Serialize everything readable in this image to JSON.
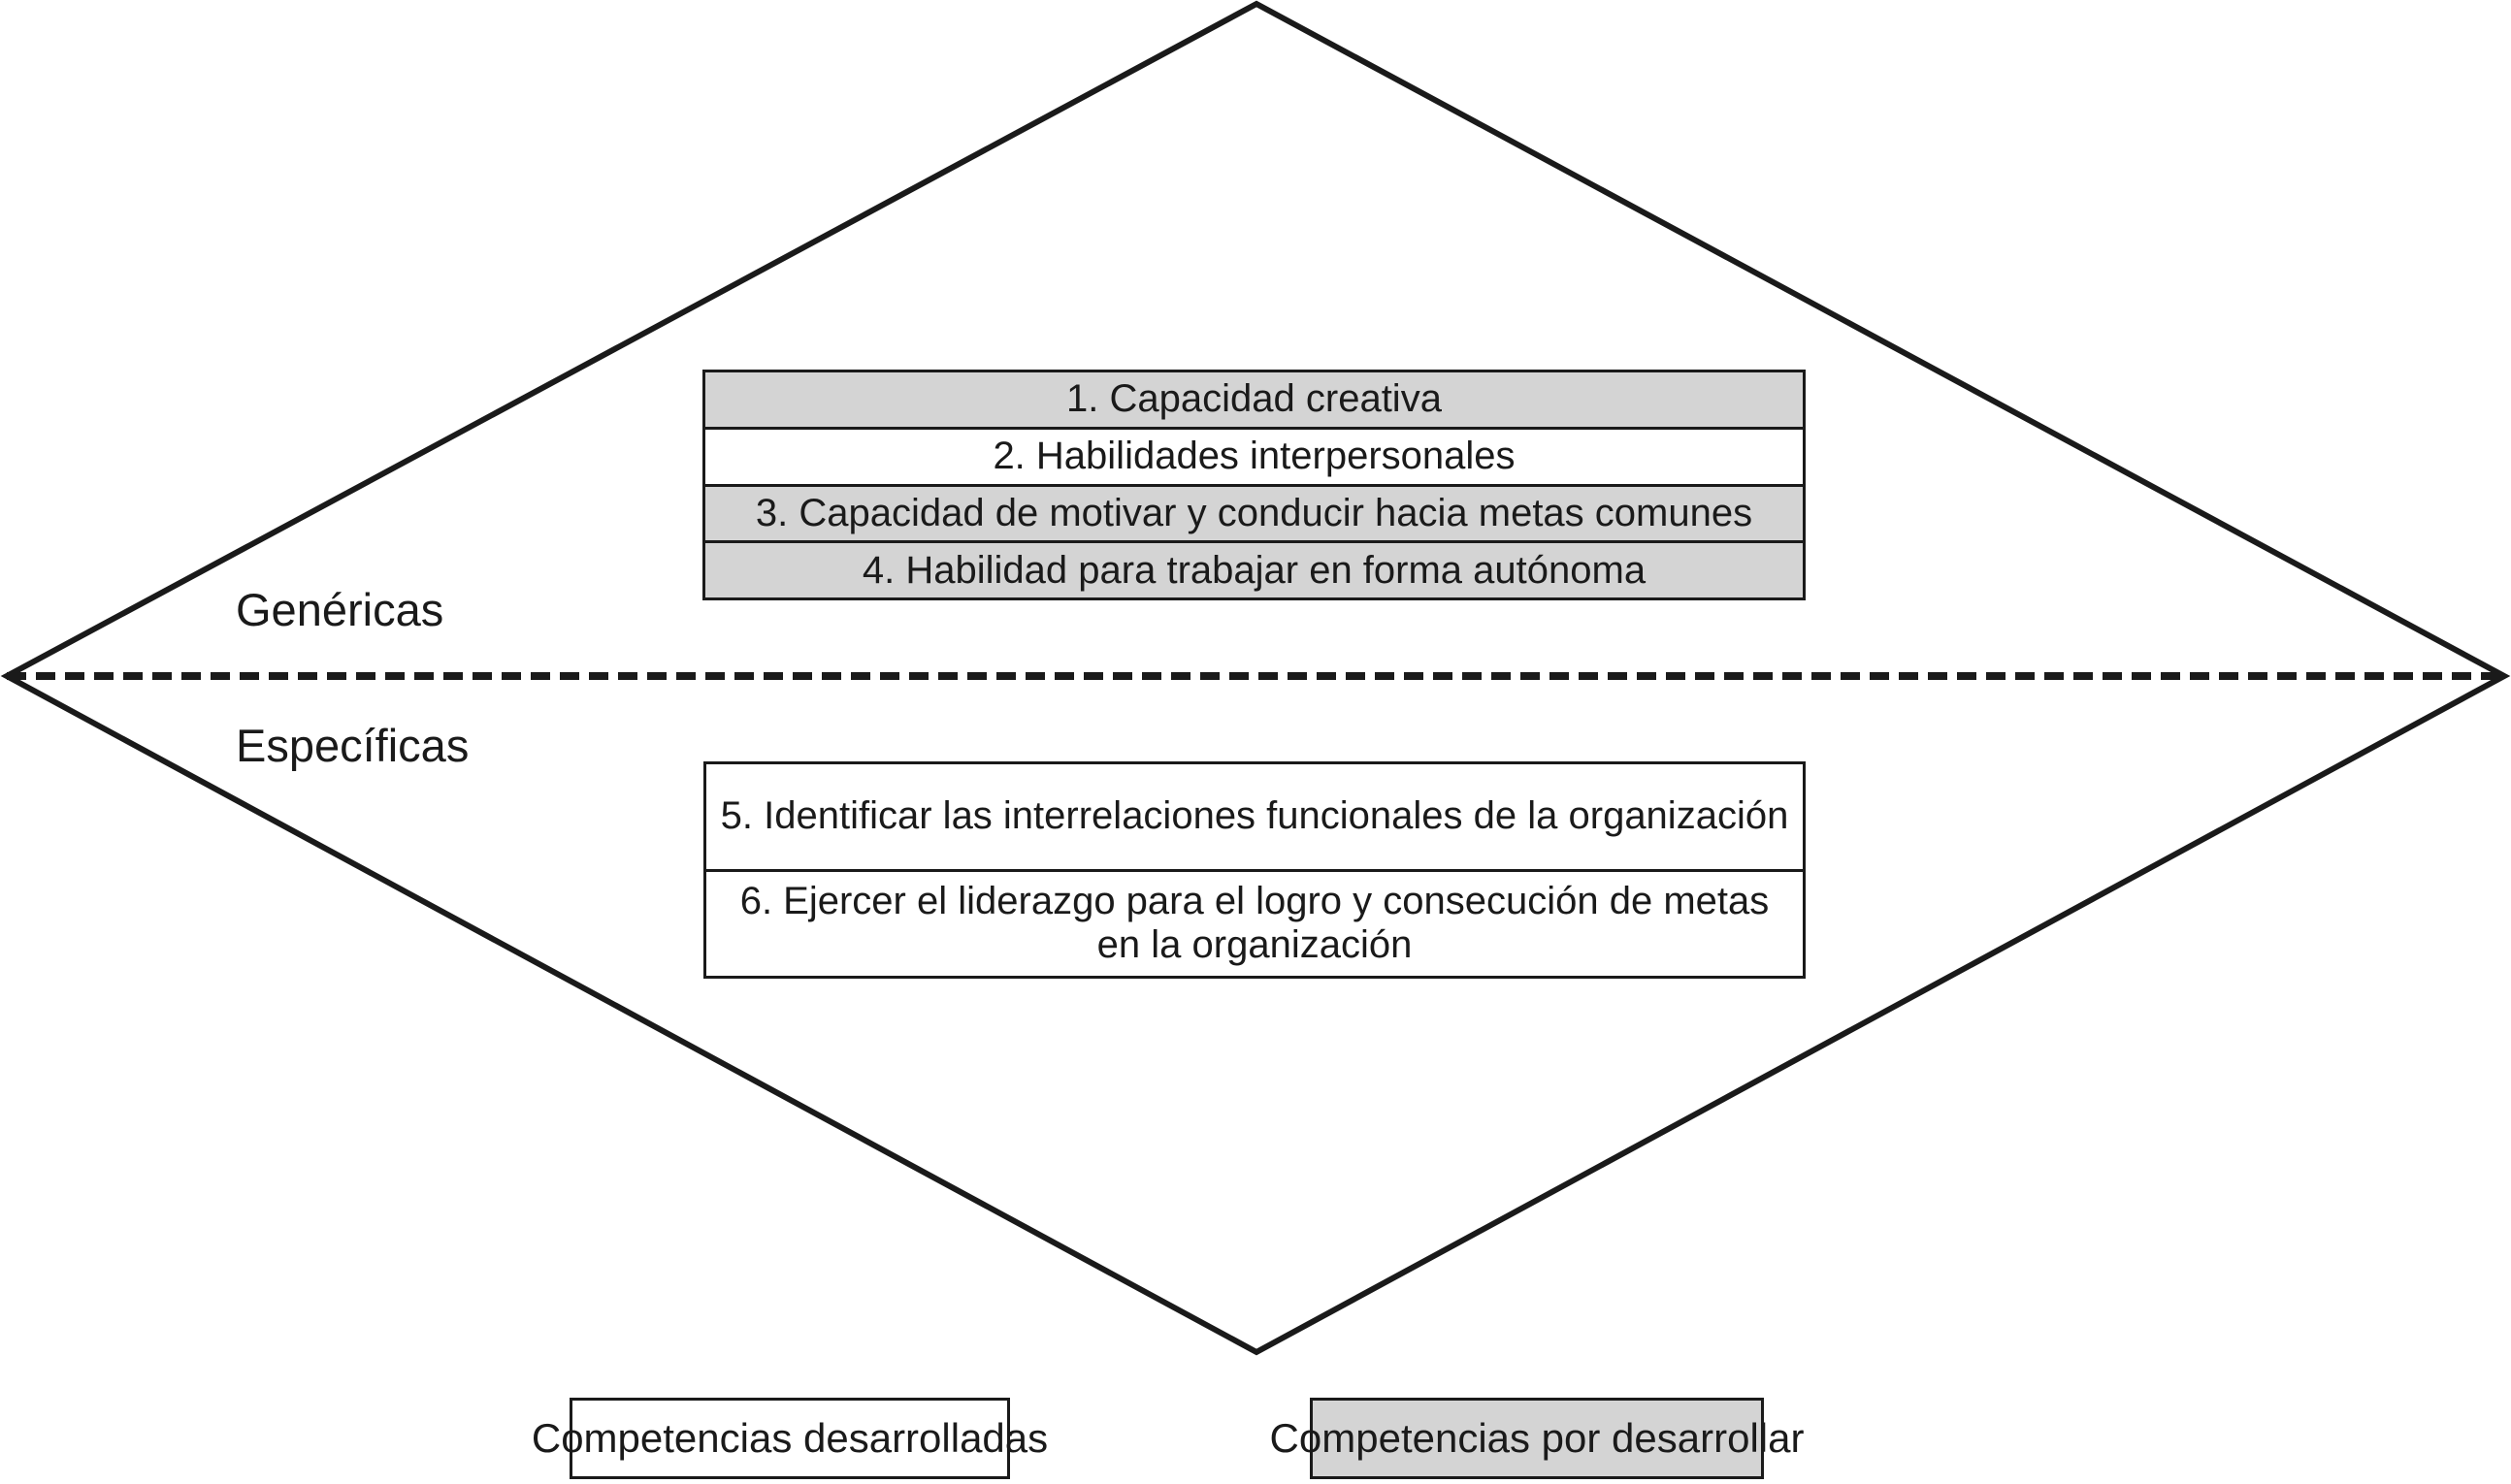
{
  "figure": {
    "shape": "diamond",
    "colors": {
      "stroke": "#1a1a1a",
      "shaded_fill": "#d4d4d4",
      "unshaded_fill": "#ffffff",
      "background": "#ffffff"
    },
    "divider": {
      "style": "dashed",
      "name": "divider-dashed-line"
    }
  },
  "side_labels": {
    "upper": "Genéricas",
    "lower": "Específicas"
  },
  "genericas_table": {
    "rows": [
      {
        "text": "1. Capacidad creativa",
        "shaded": true
      },
      {
        "text": "2. Habilidades interpersonales",
        "shaded": false
      },
      {
        "text": "3. Capacidad de motivar y conducir hacia metas comunes",
        "shaded": true
      },
      {
        "text": "4. Habilidad para trabajar en forma autónoma",
        "shaded": true
      }
    ]
  },
  "especificas_table": {
    "rows": [
      {
        "text": "5. Identificar las interrelaciones funcionales de la organización",
        "shaded": false
      },
      {
        "text": "6. Ejercer el liderazgo para el logro y consecución de metas en la organización",
        "shaded": false
      }
    ]
  },
  "legend": {
    "developed": "Competencias desarrolladas",
    "to_develop": "Competencias por desarrollar"
  }
}
